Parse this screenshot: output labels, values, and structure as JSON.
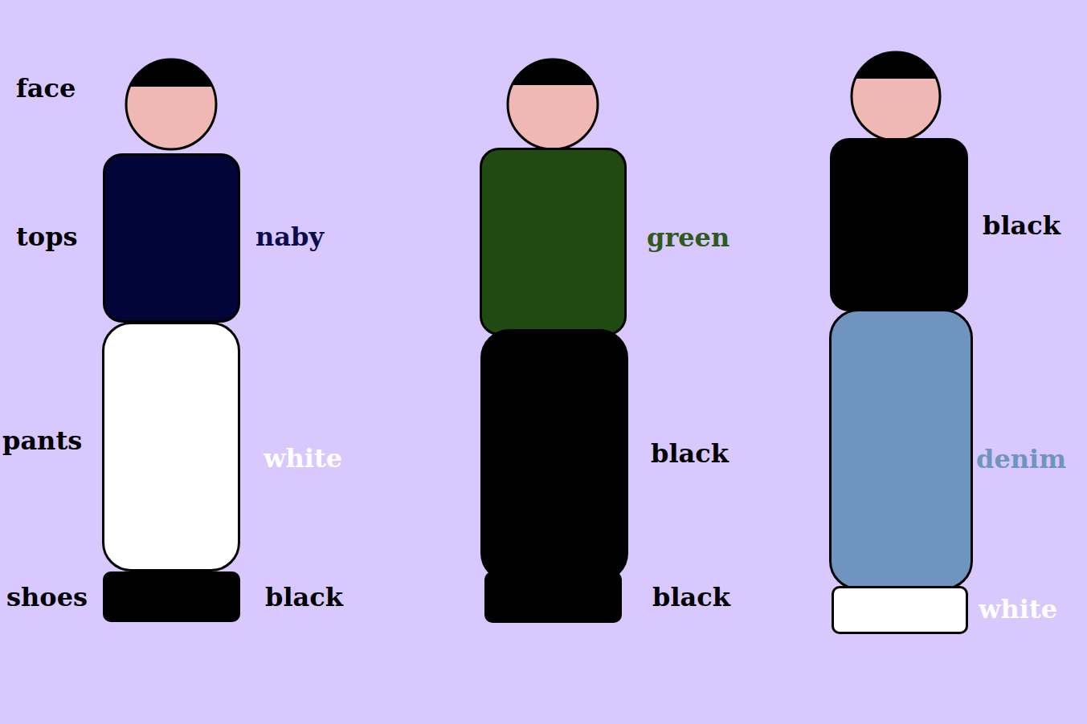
{
  "diagram": {
    "nodes": [
      {
        "text": [
          "naby"
        ]
      },
      {
        "text": [
          "white"
        ]
      },
      {
        "text": [
          "black"
        ]
      },
      {
        "text": [
          "green"
        ]
      },
      {
        "text": [
          "black"
        ]
      },
      {
        "text": [
          "black"
        ]
      },
      {
        "text": [
          "black"
        ]
      },
      {
        "text": [
          "denim"
        ]
      },
      {
        "text": [
          "white"
        ]
      }
    ],
    "labels": [
      "face",
      "tops",
      "pants",
      "shoes"
    ]
  }
}
